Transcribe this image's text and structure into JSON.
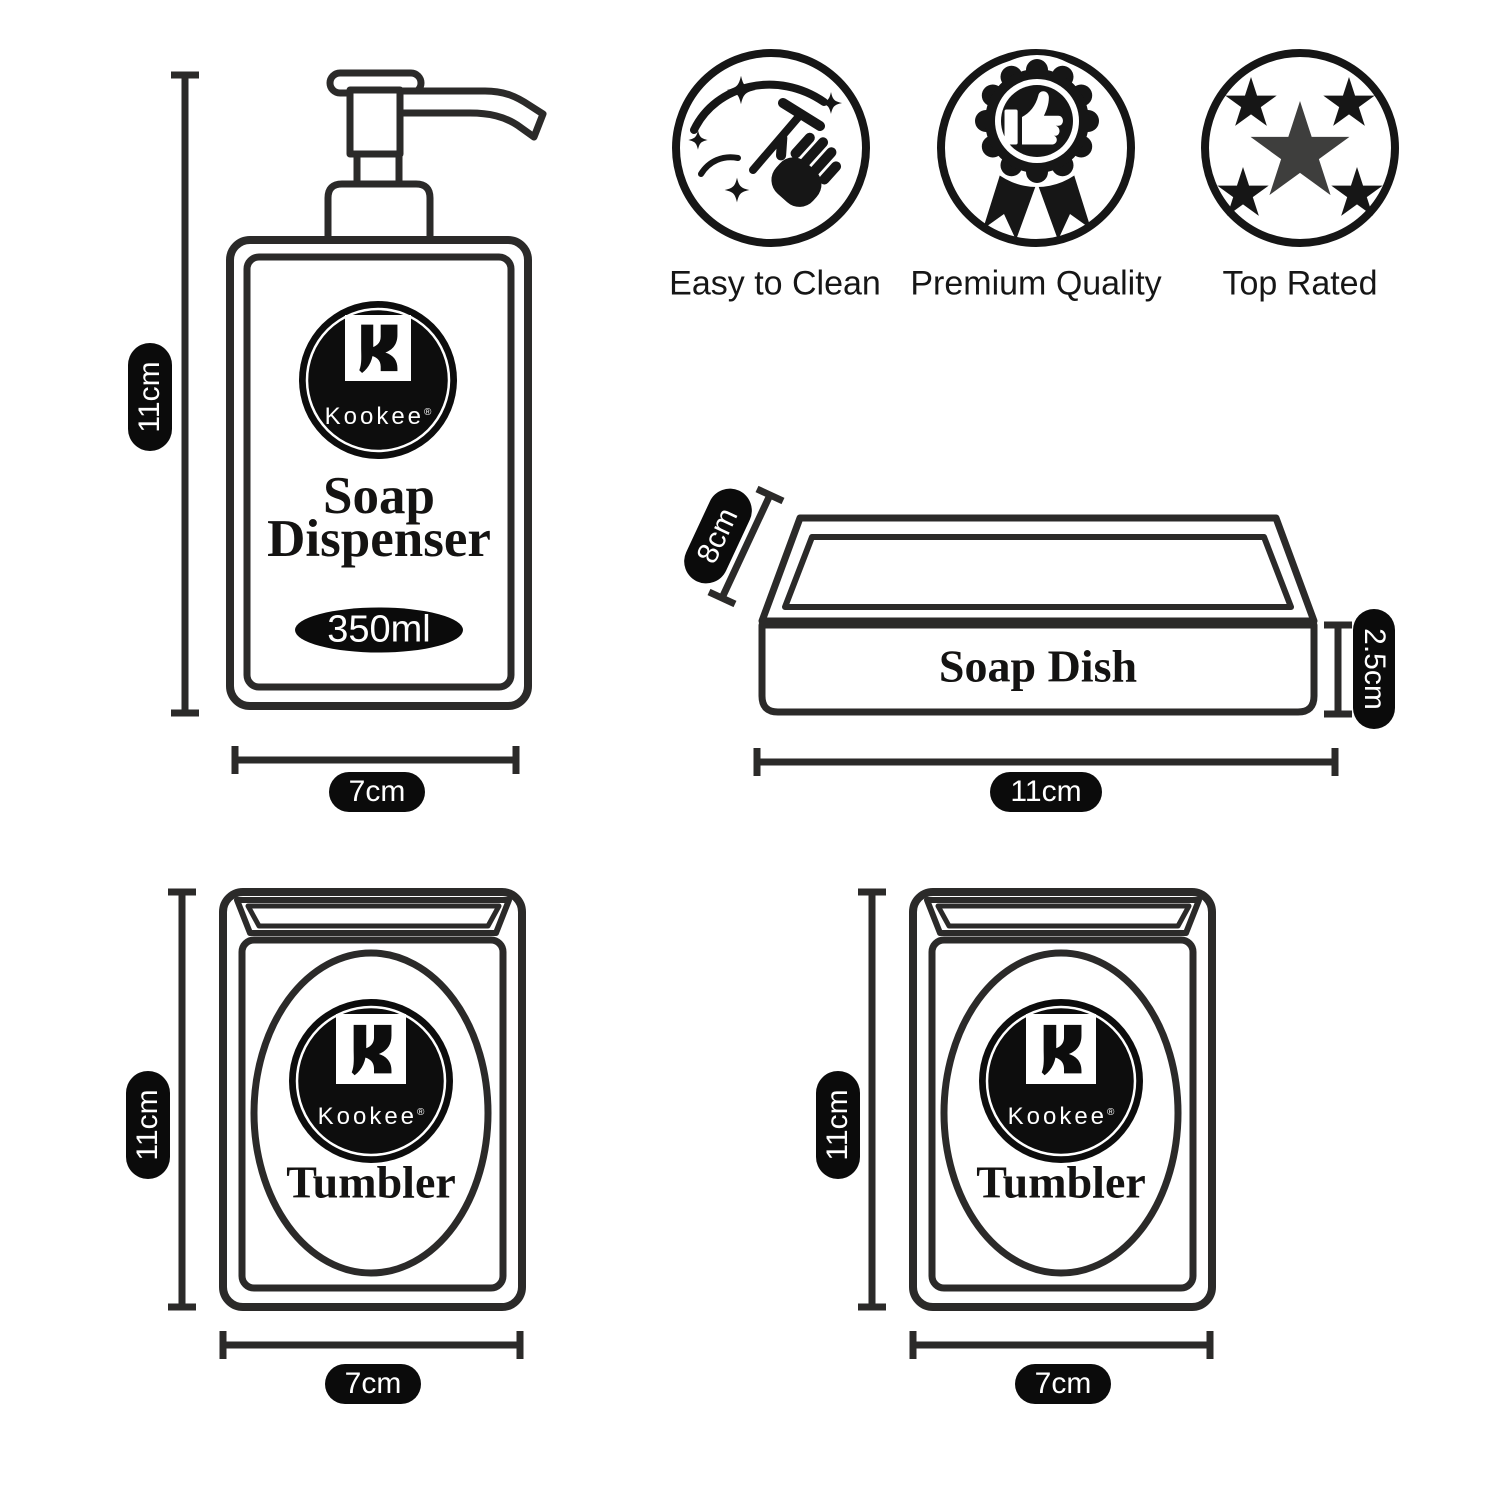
{
  "brand": {
    "name": "Kookee",
    "registered_mark": "®"
  },
  "badges": [
    {
      "label": "Easy to Clean",
      "icon": "sparkle-clean-hand-icon"
    },
    {
      "label": "Premium Quality",
      "icon": "award-ribbon-thumbs-up-icon"
    },
    {
      "label": "Top Rated",
      "icon": "five-stars-icon"
    }
  ],
  "products": {
    "soap_dispenser": {
      "name_line1": "Soap",
      "name_line2": "Dispenser",
      "capacity": "350ml",
      "dimensions": {
        "height": "11cm",
        "width": "7cm"
      }
    },
    "soap_dish": {
      "name": "Soap Dish",
      "dimensions": {
        "depth": "8cm",
        "height": "2.5cm",
        "width": "11cm"
      }
    },
    "tumbler_left": {
      "name": "Tumbler",
      "dimensions": {
        "height": "11cm",
        "width": "7cm"
      }
    },
    "tumbler_right": {
      "name": "Tumbler",
      "dimensions": {
        "height": "11cm",
        "width": "7cm"
      }
    }
  },
  "colors": {
    "ink": "#2b2a29",
    "icon_ink": "#161616",
    "pill_background": "#0b0b0b",
    "pill_text": "#ffffff",
    "logo_background": "#0d0d0d",
    "center_star": "#3e3e3d"
  }
}
